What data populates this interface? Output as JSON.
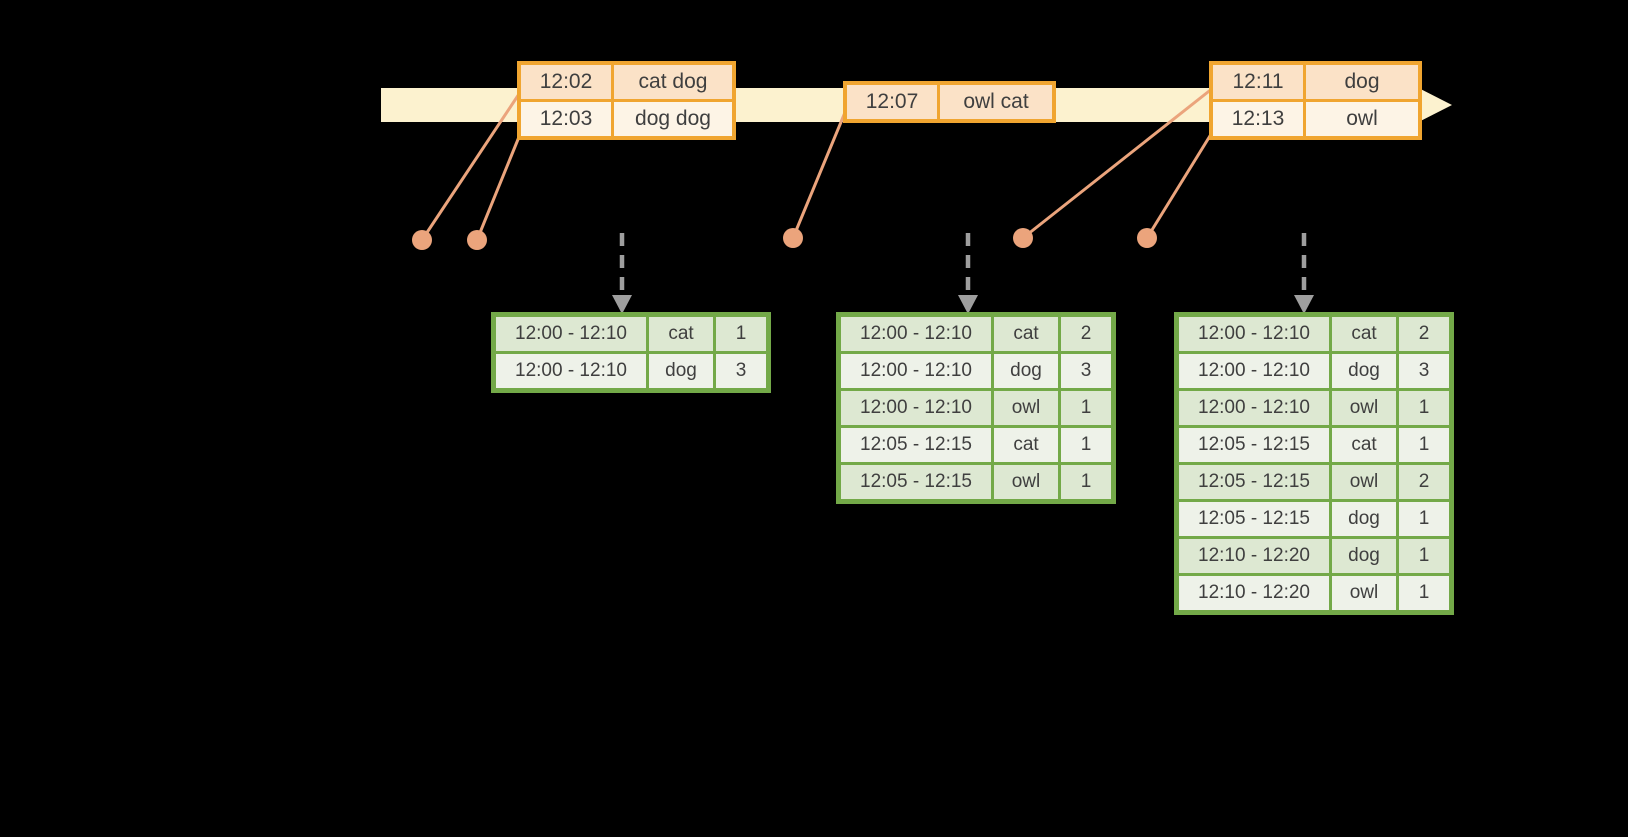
{
  "diagram": {
    "name": "windowed-word-count-timeline",
    "colors": {
      "background": "#000000",
      "band": "#fcf2cf",
      "gold": "#f0a530",
      "peach": "#fbe2c7",
      "cream": "#fdf4e6",
      "salmon": "#eba47c",
      "green": "#73a948",
      "stripe": "#dde8d2",
      "rowlight": "#eef2e9",
      "gray": "#9e9e9e",
      "text": "#3f3f3f"
    },
    "events": [
      {
        "rows": [
          {
            "time": "12:02",
            "words": "cat dog"
          },
          {
            "time": "12:03",
            "words": "dog dog"
          }
        ]
      },
      {
        "rows": [
          {
            "time": "12:07",
            "words": "owl cat"
          }
        ]
      },
      {
        "rows": [
          {
            "time": "12:11",
            "words": "dog"
          },
          {
            "time": "12:13",
            "words": "owl"
          }
        ]
      }
    ],
    "results": [
      {
        "rows": [
          {
            "window": "12:00 - 12:10",
            "word": "cat",
            "count": 1
          },
          {
            "window": "12:00 - 12:10",
            "word": "dog",
            "count": 3
          }
        ]
      },
      {
        "rows": [
          {
            "window": "12:00 - 12:10",
            "word": "cat",
            "count": 2
          },
          {
            "window": "12:00 - 12:10",
            "word": "dog",
            "count": 3
          },
          {
            "window": "12:00 - 12:10",
            "word": "owl",
            "count": 1
          },
          {
            "window": "12:05 - 12:15",
            "word": "cat",
            "count": 1
          },
          {
            "window": "12:05 - 12:15",
            "word": "owl",
            "count": 1
          }
        ]
      },
      {
        "rows": [
          {
            "window": "12:00 - 12:10",
            "word": "cat",
            "count": 2
          },
          {
            "window": "12:00 - 12:10",
            "word": "dog",
            "count": 3
          },
          {
            "window": "12:00 - 12:10",
            "word": "owl",
            "count": 1
          },
          {
            "window": "12:05 - 12:15",
            "word": "cat",
            "count": 1
          },
          {
            "window": "12:05 - 12:15",
            "word": "owl",
            "count": 2
          },
          {
            "window": "12:05 - 12:15",
            "word": "dog",
            "count": 1
          },
          {
            "window": "12:10 - 12:20",
            "word": "dog",
            "count": 1
          },
          {
            "window": "12:10 - 12:20",
            "word": "owl",
            "count": 1
          }
        ]
      }
    ]
  }
}
